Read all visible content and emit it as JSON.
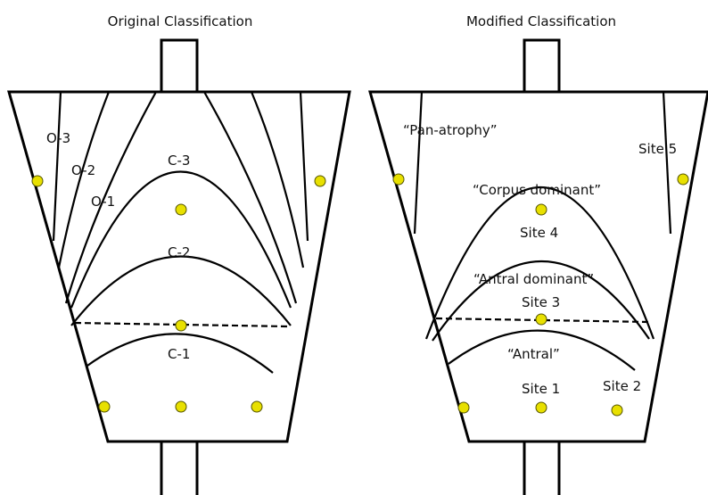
{
  "left_panel": {
    "title": "Original Classification",
    "labels": {
      "o3": "O-3",
      "o2": "O-2",
      "o1": "O-1",
      "c3": "C-3",
      "c2": "C-2",
      "c1": "C-1"
    }
  },
  "right_panel": {
    "title": "Modified Classification",
    "labels": {
      "pan_atrophy": "“Pan-atrophy”",
      "site5": "Site 5",
      "corpus_dominant": "“Corpus dominant”",
      "site4": "Site 4",
      "antral_dominant": "“Antral dominant”",
      "site3": "Site 3",
      "antral": "“Antral”",
      "site1": "Site 1",
      "site2": "Site 2"
    }
  },
  "colors": {
    "biopsy_dot": "#e8e000",
    "line": "#000000"
  }
}
